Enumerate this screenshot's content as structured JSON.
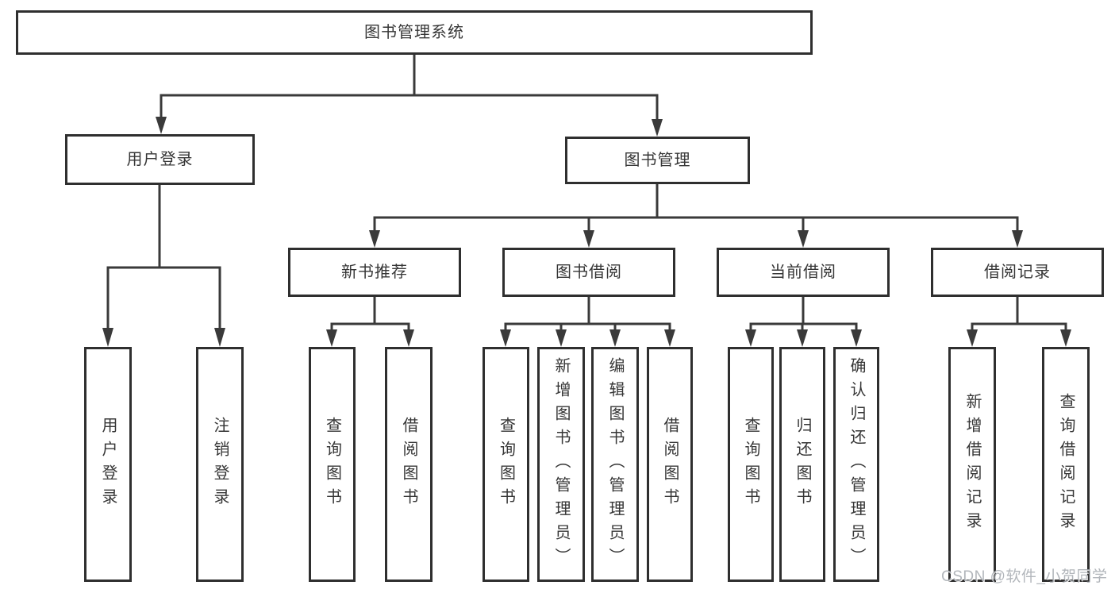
{
  "tree": {
    "root": {
      "label": "图书管理系统",
      "children": [
        {
          "label": "用户登录",
          "children": [
            {
              "label": "用户登录"
            },
            {
              "label": "注销登录"
            }
          ]
        },
        {
          "label": "图书管理",
          "children": [
            {
              "label": "新书推荐",
              "children": [
                {
                  "label": "查询图书"
                },
                {
                  "label": "借阅图书"
                }
              ]
            },
            {
              "label": "图书借阅",
              "children": [
                {
                  "label": "查询图书"
                },
                {
                  "label": "新增图书（管理员）"
                },
                {
                  "label": "编辑图书（管理员）"
                },
                {
                  "label": "借阅图书"
                }
              ]
            },
            {
              "label": "当前借阅",
              "children": [
                {
                  "label": "查询图书"
                },
                {
                  "label": "归还图书"
                },
                {
                  "label": "确认归还（管理员）"
                }
              ]
            },
            {
              "label": "借阅记录",
              "children": [
                {
                  "label": "新增借阅记录"
                },
                {
                  "label": "查询借阅记录"
                }
              ]
            }
          ]
        }
      ]
    }
  },
  "watermark": "CSDN @软件_小贺同学",
  "colors": {
    "box_border": "#2f2f2f",
    "connector_line": "#3a3a3a",
    "text": "#363636",
    "watermark_text": "#a4a9af",
    "background": "#ffffff"
  }
}
